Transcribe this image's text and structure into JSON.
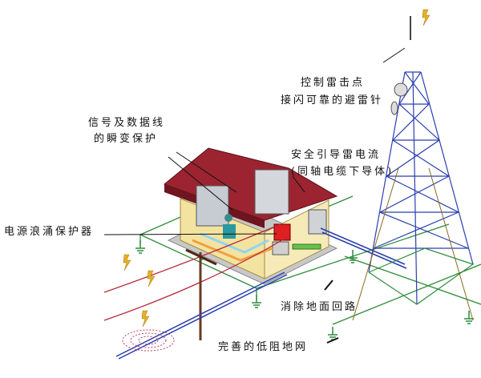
{
  "labels": {
    "strike_point_line1": "控制雷击点",
    "strike_point_line2": "接闪可靠的避雷针",
    "signal_line1": "信号及数据线",
    "signal_line2": "的瞬变保护",
    "current_line1": "安全引导雷电流",
    "current_line2": "(同轴电缆下导体)",
    "power_spd": "电源浪涌保护器",
    "ground_loop": "消除地面回路",
    "ground_grid": "完善的低阻地网"
  },
  "colors": {
    "ground": "#2e8b3a",
    "tower": "#2a3fb0",
    "roof": "#9b2430",
    "power_line": "#b8283a",
    "lightning": "#e8b020"
  }
}
